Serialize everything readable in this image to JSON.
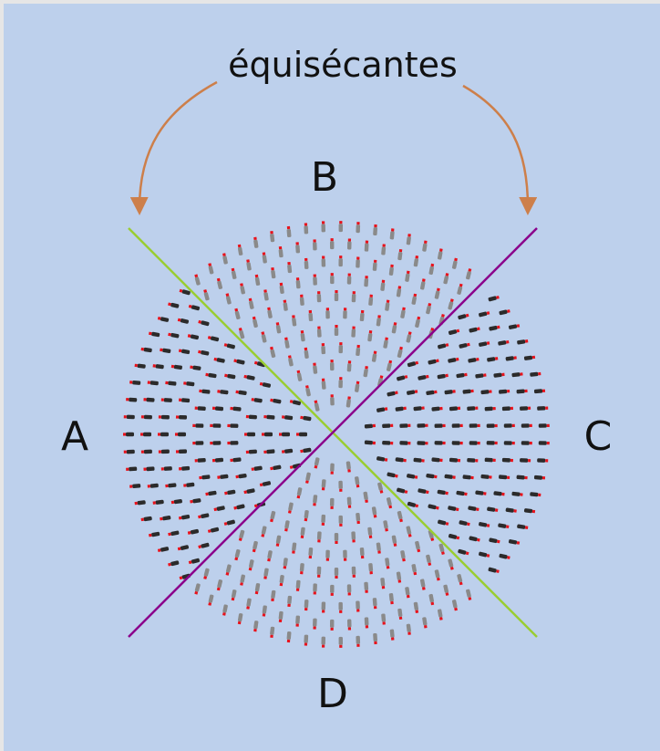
{
  "caption": "équisécantes",
  "sectors": {
    "top": "B",
    "left": "A",
    "right": "C",
    "bottom": "D"
  },
  "colors": {
    "background": "#bdd0ec",
    "line_ac_bd": "#9acd32",
    "line_ab_cd": "#8b008b",
    "arrows": "#cd7f4a",
    "pin_dark": "#2b2b2b",
    "pin_light": "#8a8a8a",
    "pin_tip": "#e8121b"
  }
}
